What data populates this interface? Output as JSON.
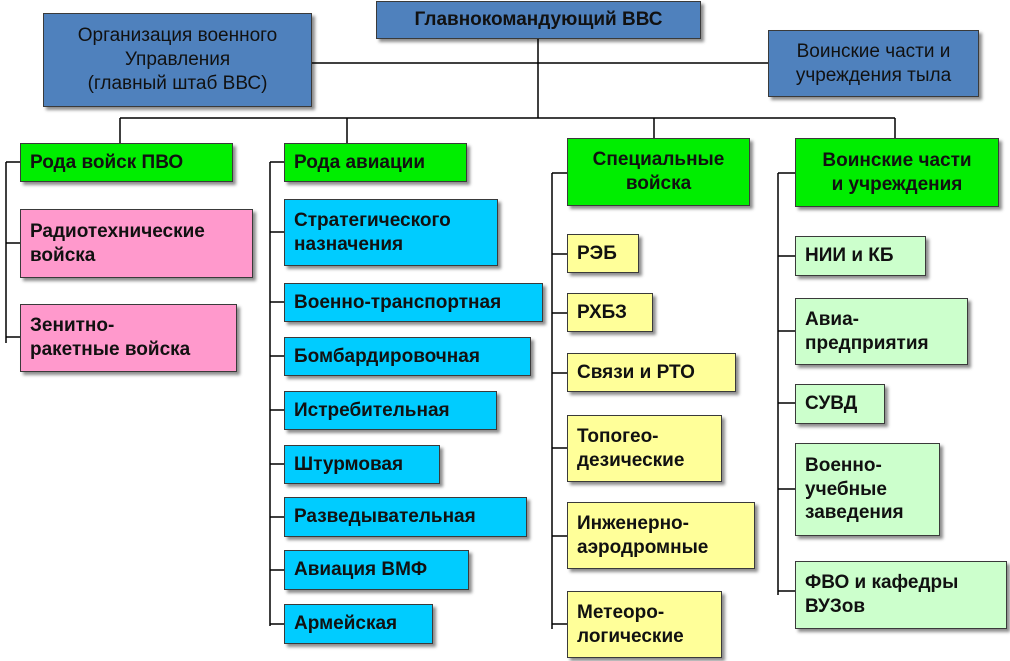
{
  "top": {
    "commander": "Главнокомандующий ВВС",
    "staff": "Организация военного\nУправления\n(главный штаб ВВС)",
    "rear": "Воинские части и\nучреждения тыла"
  },
  "columns": [
    {
      "header": "Рода войск ПВО",
      "items": [
        "Радиотехнические\nвойска",
        "Зенитно-\nракетные войска"
      ]
    },
    {
      "header": "Рода авиации",
      "items": [
        "Стратегического\nназначения",
        "Военно-транспортная",
        "Бомбардировочная",
        "Истребительная",
        "Штурмовая",
        "Разведывательная",
        "Авиация ВМФ",
        "Армейская"
      ]
    },
    {
      "header": "Специальные\nвойска",
      "items": [
        "РЭБ",
        "РХБЗ",
        "Связи и РТО",
        "Топогео-\nдезические",
        "Инженерно-\nаэродромные",
        "Метеоро-\nлогические"
      ]
    },
    {
      "header": "Воинские части\nи учреждения",
      "items": [
        "НИИ и КБ",
        "Авиа-\nпредприятия",
        "СУВД",
        "Военно-\nучебные\nзаведения",
        "ФВО и кафедры\nВУЗов"
      ]
    }
  ],
  "colors": {
    "top": "#4f81bd",
    "header": "#00ee00",
    "pvo": "#ff99cc",
    "aviation": "#00ccff",
    "special": "#ffff99",
    "units": "#ccffcc"
  }
}
